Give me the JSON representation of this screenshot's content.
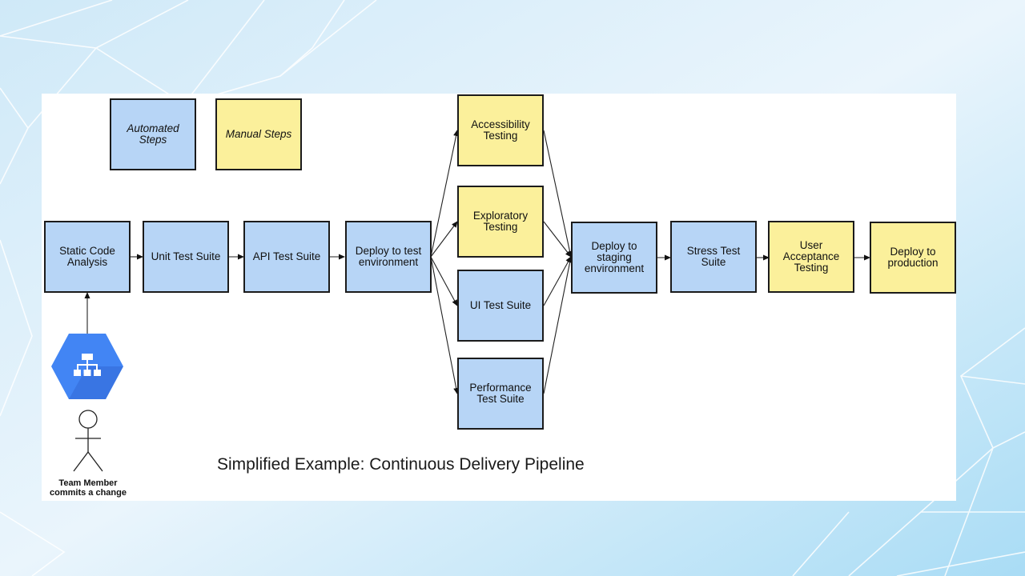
{
  "legend": {
    "automated": "Automated\nSteps",
    "manual": "Manual Steps"
  },
  "nodes": {
    "static_code": "Static Code\nAnalysis",
    "unit_test": "Unit Test Suite",
    "api_test": "API Test Suite",
    "deploy_test": "Deploy to test\nenvironment",
    "accessibility": "Accessibility\nTesting",
    "exploratory": "Exploratory\nTesting",
    "ui_test": "UI Test Suite",
    "performance": "Performance\nTest Suite",
    "deploy_staging": "Deploy to\nstaging\nenvironment",
    "stress_test": "Stress Test\nSuite",
    "uat": "User\nAcceptance\nTesting",
    "deploy_prod": "Deploy to\nproduction"
  },
  "actor": {
    "label": "Team Member\ncommits a change",
    "icon": "source-repository-hexagon-icon"
  },
  "title": "Simplified Example: Continuous Delivery Pipeline",
  "colors": {
    "automated": "#b7d5f6",
    "manual": "#fbf09b",
    "icon_blue": "#4285f4",
    "background": "#dff0fb"
  }
}
